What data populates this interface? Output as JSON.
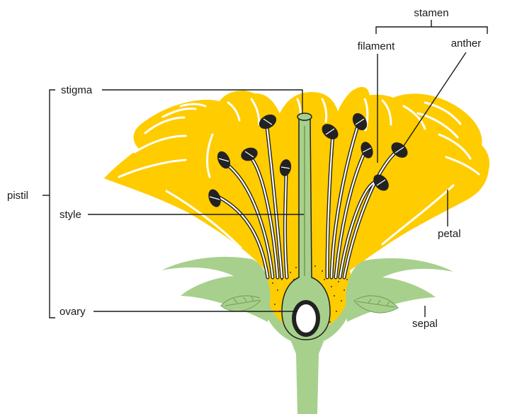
{
  "diagram": {
    "labels": {
      "stamen": "stamen",
      "filament": "filament",
      "anther": "anther",
      "stigma": "stigma",
      "pistil": "pistil",
      "style": "style",
      "petal": "petal",
      "ovary": "ovary",
      "sepal": "sepal"
    },
    "colors": {
      "petal": "#FFCC00",
      "green": "#A8D08D",
      "green_dark": "#6F9B52",
      "anther": "#222222",
      "line": "#1a1a1a",
      "background": "#FFFFFF"
    }
  }
}
